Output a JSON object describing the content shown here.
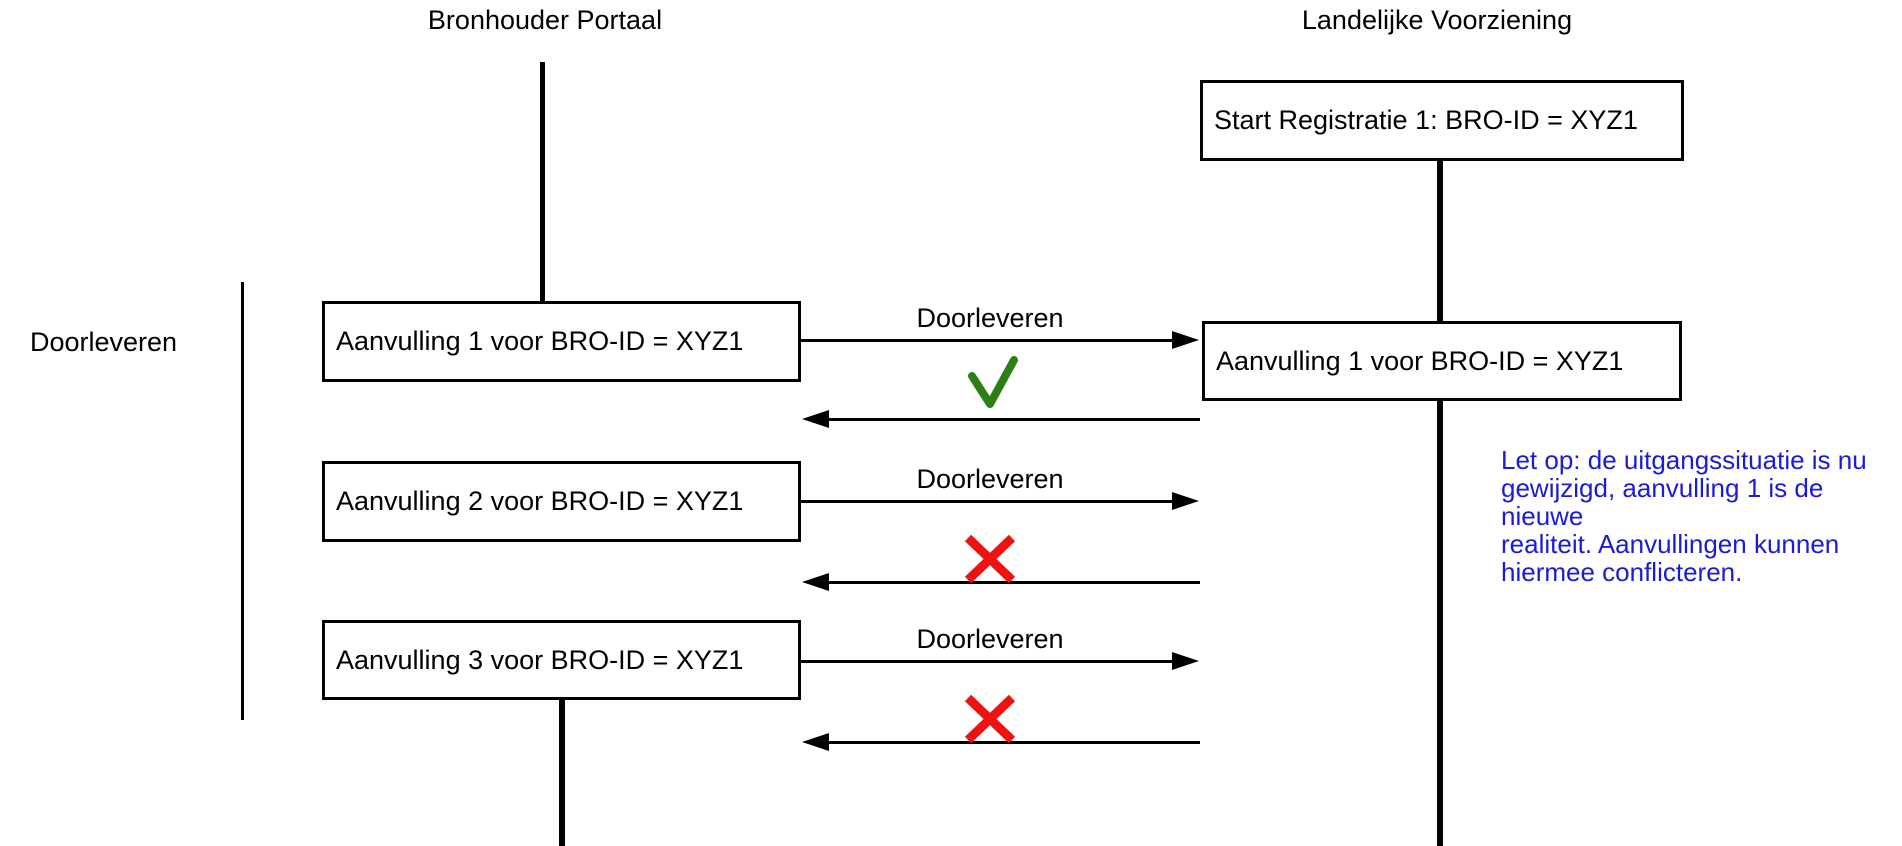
{
  "header": {
    "left_lane_title": "Bronhouder Portaal",
    "right_lane_title": "Landelijke Voorziening"
  },
  "side_label": "Doorleveren",
  "boxes": {
    "start_registratie": "Start Registratie 1: BRO-ID = XYZ1",
    "aanvulling_1_left": "Aanvulling 1 voor BRO-ID = XYZ1",
    "aanvulling_1_right": "Aanvulling 1 voor BRO-ID = XYZ1",
    "aanvulling_2_left": "Aanvulling 2 voor BRO-ID = XYZ1",
    "aanvulling_3_left": "Aanvulling 3 voor BRO-ID = XYZ1"
  },
  "arrows": {
    "doorleveren_1_label": "Doorleveren",
    "doorleveren_2_label": "Doorleveren",
    "doorleveren_3_label": "Doorleveren"
  },
  "marks": {
    "success_color": "#2e7d15",
    "failure_color": "#ee1212"
  },
  "note": {
    "color": "#1b1bd7",
    "lines": [
      "Let op: de uitgangssituatie is nu",
      "gewijzigd, aanvulling 1 is de nieuwe",
      "realiteit. Aanvullingen kunnen",
      "hiermee conflicteren."
    ]
  }
}
